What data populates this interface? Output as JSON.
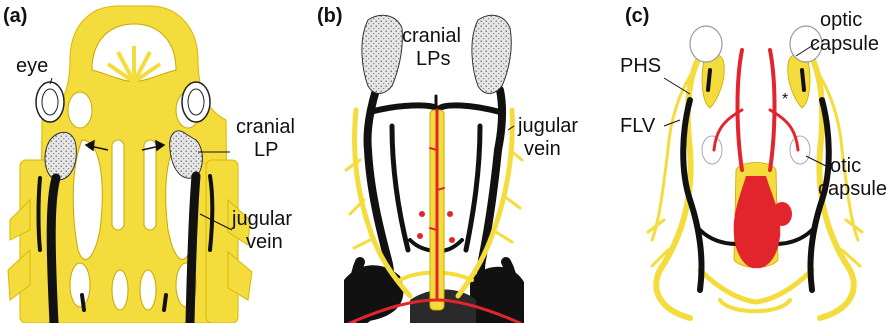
{
  "panels": [
    {
      "letter": "(a)",
      "labels": {
        "eye": "eye",
        "cranial_lp_1": "cranial",
        "cranial_lp_2": "LP",
        "jugular_1": "jugular",
        "jugular_2": "vein"
      }
    },
    {
      "letter": "(b)",
      "labels": {
        "cranial_lps_1": "cranial",
        "cranial_lps_2": "LPs",
        "jugular_1": "jugular",
        "jugular_2": "vein"
      }
    },
    {
      "letter": "(c)",
      "labels": {
        "optic_1": "optic",
        "optic_2": "capsule",
        "phs": "PHS",
        "flv": "FLV",
        "otic_1": "otic",
        "otic_2": "capsule",
        "asterisk": "*"
      }
    }
  ],
  "colors": {
    "cartilage_yellow": "#f4dc3c",
    "vessel_black": "#111111",
    "artery_red": "#e2252c",
    "lymph_sac_gray": "#d9d9d9"
  }
}
